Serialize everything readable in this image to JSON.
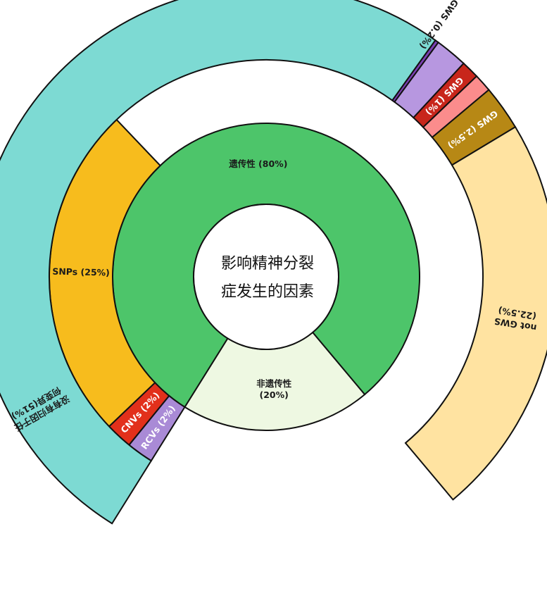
{
  "chart_data": {
    "type": "sunburst",
    "title": "",
    "center_label": [
      "影响精神分裂",
      "症发生的因素"
    ],
    "rings": {
      "inner": [
        {
          "label": "非遗传性",
          "label_value": "(20%)",
          "value": 20,
          "color": "#eef8e2"
        },
        {
          "label": "遗传性 (80%)",
          "value": 80,
          "color": "#4dc56a"
        }
      ],
      "middle": [
        {
          "label": "RCVs (2%)",
          "value": 2,
          "color": "#a98ad6",
          "text": "light"
        },
        {
          "label": "CNVs (2%)",
          "value": 2,
          "color": "#e2301b",
          "text": "light"
        },
        {
          "label": "SNPs (25%)",
          "value": 25,
          "color": "#f7bc1d",
          "text": "dark"
        }
      ],
      "outer": [
        {
          "label": "没有有归因于任",
          "label_line2": "何变异(51%)",
          "value": 51,
          "color": "#7ddad3",
          "text": "dark"
        },
        {
          "label": "GWS (0.2%)",
          "value": 0.2,
          "color": "#7b3fb3",
          "text": "dark"
        },
        {
          "label": "",
          "value": 1.8,
          "color": "#b797e0",
          "text": "dark"
        },
        {
          "label": "GWS (1%)",
          "value": 1,
          "color": "#c8261b",
          "text": "light"
        },
        {
          "label": "",
          "value": 1,
          "color": "#fb8c8c",
          "text": "dark"
        },
        {
          "label": "GWS (2.5%)",
          "value": 2.5,
          "color": "#b78815",
          "text": "light"
        },
        {
          "label": "not GWS",
          "label_value": "(22.5%)",
          "value": 22.5,
          "color": "#ffe3a1",
          "text": "dark"
        }
      ]
    },
    "colors": {
      "outline": "#111111",
      "background": "#ffffff"
    }
  }
}
